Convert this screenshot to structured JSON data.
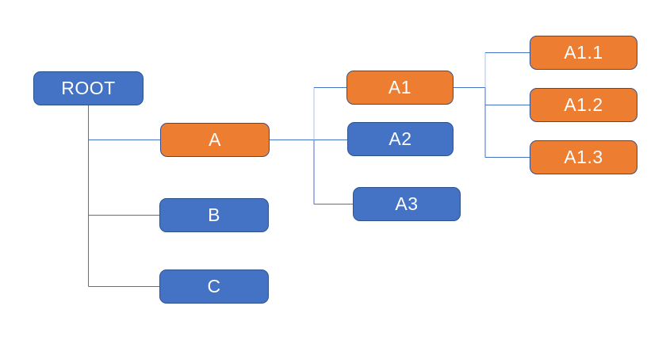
{
  "diagram": {
    "type": "tree",
    "colors": {
      "node_blue": "#4472C4",
      "node_orange": "#ED7D31",
      "node_border": "#2F528F",
      "connector": "#4472C4",
      "connector_light": "#A9C2E8",
      "text": "#FFFFFF",
      "background": "#FFFFFF"
    },
    "nodes": {
      "root": {
        "label": "ROOT",
        "color": "blue",
        "children": [
          "A",
          "B",
          "C"
        ]
      },
      "a": {
        "label": "A",
        "color": "orange",
        "children": [
          "A1",
          "A2",
          "A3"
        ]
      },
      "b": {
        "label": "B",
        "color": "blue",
        "children": []
      },
      "c": {
        "label": "C",
        "color": "blue",
        "children": []
      },
      "a1": {
        "label": "A1",
        "color": "orange",
        "children": [
          "A1.1",
          "A1.2",
          "A1.3"
        ]
      },
      "a2": {
        "label": "A2",
        "color": "blue",
        "children": []
      },
      "a3": {
        "label": "A3",
        "color": "blue",
        "children": []
      },
      "a11": {
        "label": "A1.1",
        "color": "orange",
        "children": []
      },
      "a12": {
        "label": "A1.2",
        "color": "orange",
        "children": []
      },
      "a13": {
        "label": "A1.3",
        "color": "orange",
        "children": []
      }
    }
  }
}
